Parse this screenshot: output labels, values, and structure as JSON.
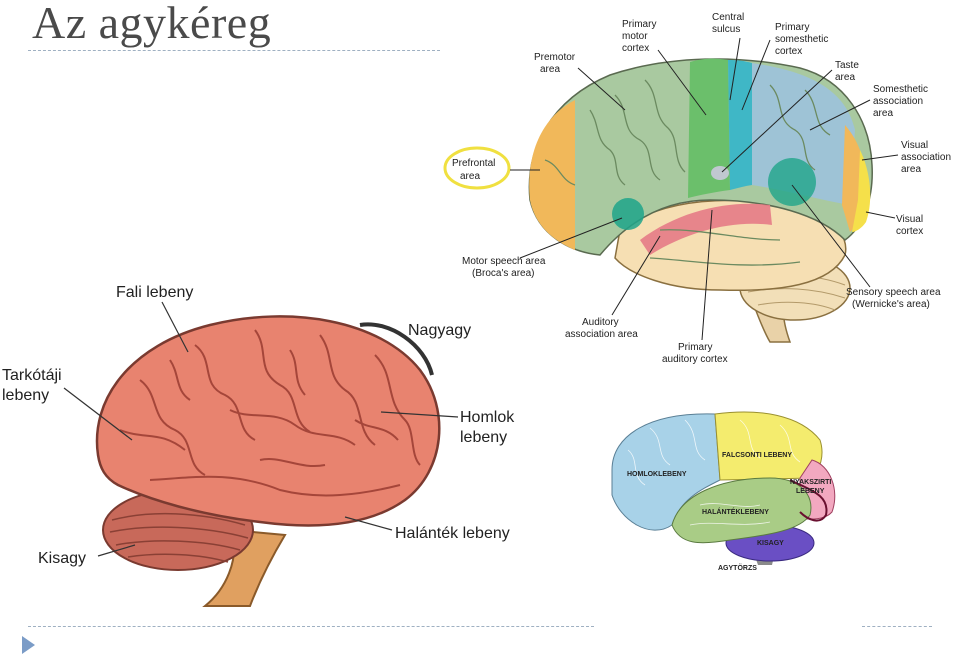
{
  "slide": {
    "title": "Az agykéreg"
  },
  "diagram_left": {
    "labels": {
      "fali": "Fali lebeny",
      "nagyagy": "Nagyagy",
      "tarkotaji_1": "Tarkótáji",
      "tarkotaji_2": "lebeny",
      "homlok_1": "Homlok",
      "homlok_2": "lebeny",
      "halantek": "Halánték lebeny",
      "kisagy": "Kisagy"
    }
  },
  "diagram_right": {
    "labels": {
      "primary_motor_1": "Primary",
      "primary_motor_2": "motor",
      "primary_motor_3": "cortex",
      "central_1": "Central",
      "central_2": "sulcus",
      "primary_soma_1": "Primary",
      "primary_soma_2": "somesthetic",
      "primary_soma_3": "cortex",
      "premotor_1": "Premotor",
      "premotor_2": "area",
      "taste_1": "Taste",
      "taste_2": "area",
      "soma_assoc_1": "Somesthetic",
      "soma_assoc_2": "association",
      "soma_assoc_3": "area",
      "prefrontal_1": "Prefrontal",
      "prefrontal_2": "area",
      "visual_assoc_1": "Visual",
      "visual_assoc_2": "association",
      "visual_assoc_3": "area",
      "visual_cortex_1": "Visual",
      "visual_cortex_2": "cortex",
      "motor_speech_1": "Motor speech area",
      "motor_speech_2": "(Broca's area)",
      "sensory_speech_1": "Sensory speech area",
      "sensory_speech_2": "(Wernicke's area)",
      "auditory_assoc_1": "Auditory",
      "auditory_assoc_2": "association area",
      "primary_aud_1": "Primary",
      "primary_aud_2": "auditory cortex"
    }
  },
  "diagram_small": {
    "labels": {
      "homlok": "HOMLOKLEBENY",
      "falcsonti": "FALCSONTI LEBENY",
      "nyakszirti_1": "NYAKSZIRTI",
      "nyakszirti_2": "LEBENY",
      "halantek": "HALÁNTÉKLEBENY",
      "kisagy": "KISAGY",
      "agytorzs": "AGYTÖRZS"
    }
  },
  "colors": {
    "left_brain": "#e8836f",
    "prefrontal": "#f1b85a",
    "premotor": "#a9c9a0",
    "motor": "#6bbf6b",
    "somesthetic": "#3fb7c6",
    "soma_assoc": "#9ec3d6",
    "visual": "#f5e04a",
    "temporal": "#f6dfb3",
    "auditory": "#e67b86",
    "highlight_ring": "#f0e040"
  }
}
